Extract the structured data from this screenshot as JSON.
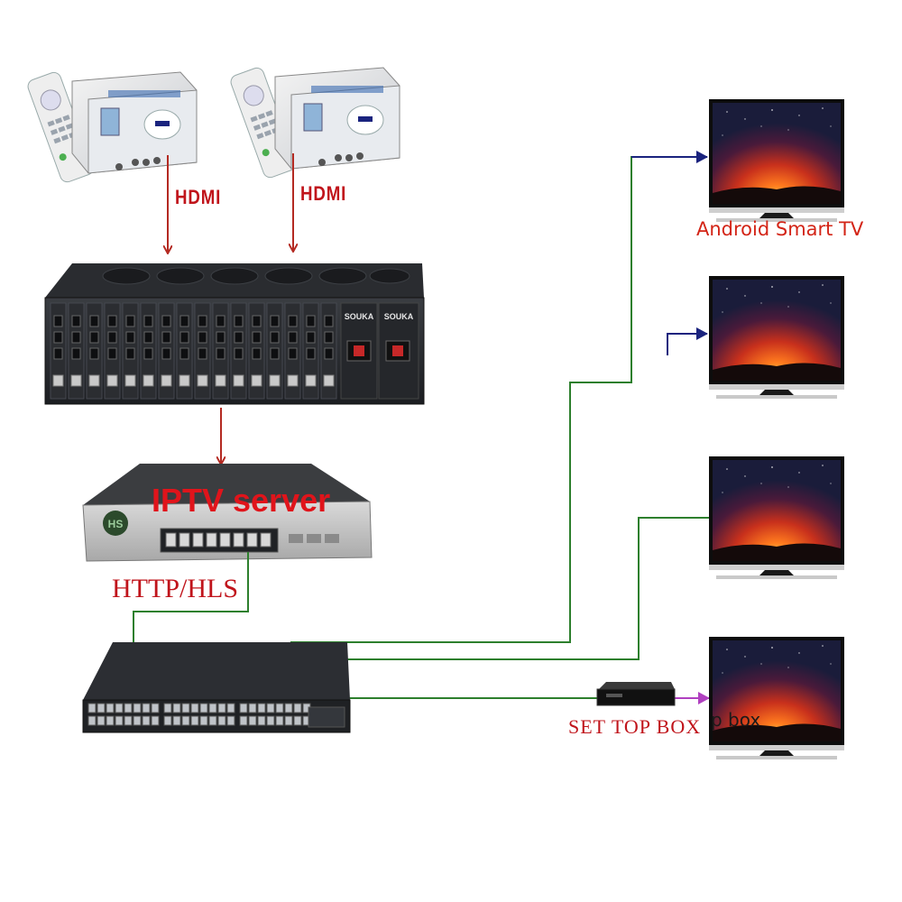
{
  "labels": {
    "hdmi_left": "HDMI",
    "hdmi_right": "HDMI",
    "iptv_server": "IPTV server",
    "http_hls": "HTTP/HLS",
    "android_tv": "Android Smart TV",
    "set_top_box": "SET TOP BOX",
    "top_box_partial": "p box",
    "encoder_brand_1": "SOUKA",
    "encoder_brand_2": "SOUKA",
    "server_badge": "HS"
  },
  "colors": {
    "hdmi_arrow": "#b42a22",
    "network_line": "#2d7f2d",
    "tv_arrow": "#1a237e",
    "stb_arrow": "#b040c0"
  },
  "nodes": [
    {
      "id": "set-top-box-1",
      "kind": "set top box with remote"
    },
    {
      "id": "set-top-box-2",
      "kind": "set top box with remote"
    },
    {
      "id": "hdmi-encoder",
      "kind": "rack encoder"
    },
    {
      "id": "iptv-server",
      "kind": "server"
    },
    {
      "id": "network-switch",
      "kind": "switch"
    },
    {
      "id": "tv-1",
      "kind": "tv"
    },
    {
      "id": "tv-2",
      "kind": "tv"
    },
    {
      "id": "tv-3",
      "kind": "tv"
    },
    {
      "id": "tv-4",
      "kind": "tv"
    },
    {
      "id": "small-stb",
      "kind": "set top box"
    }
  ]
}
